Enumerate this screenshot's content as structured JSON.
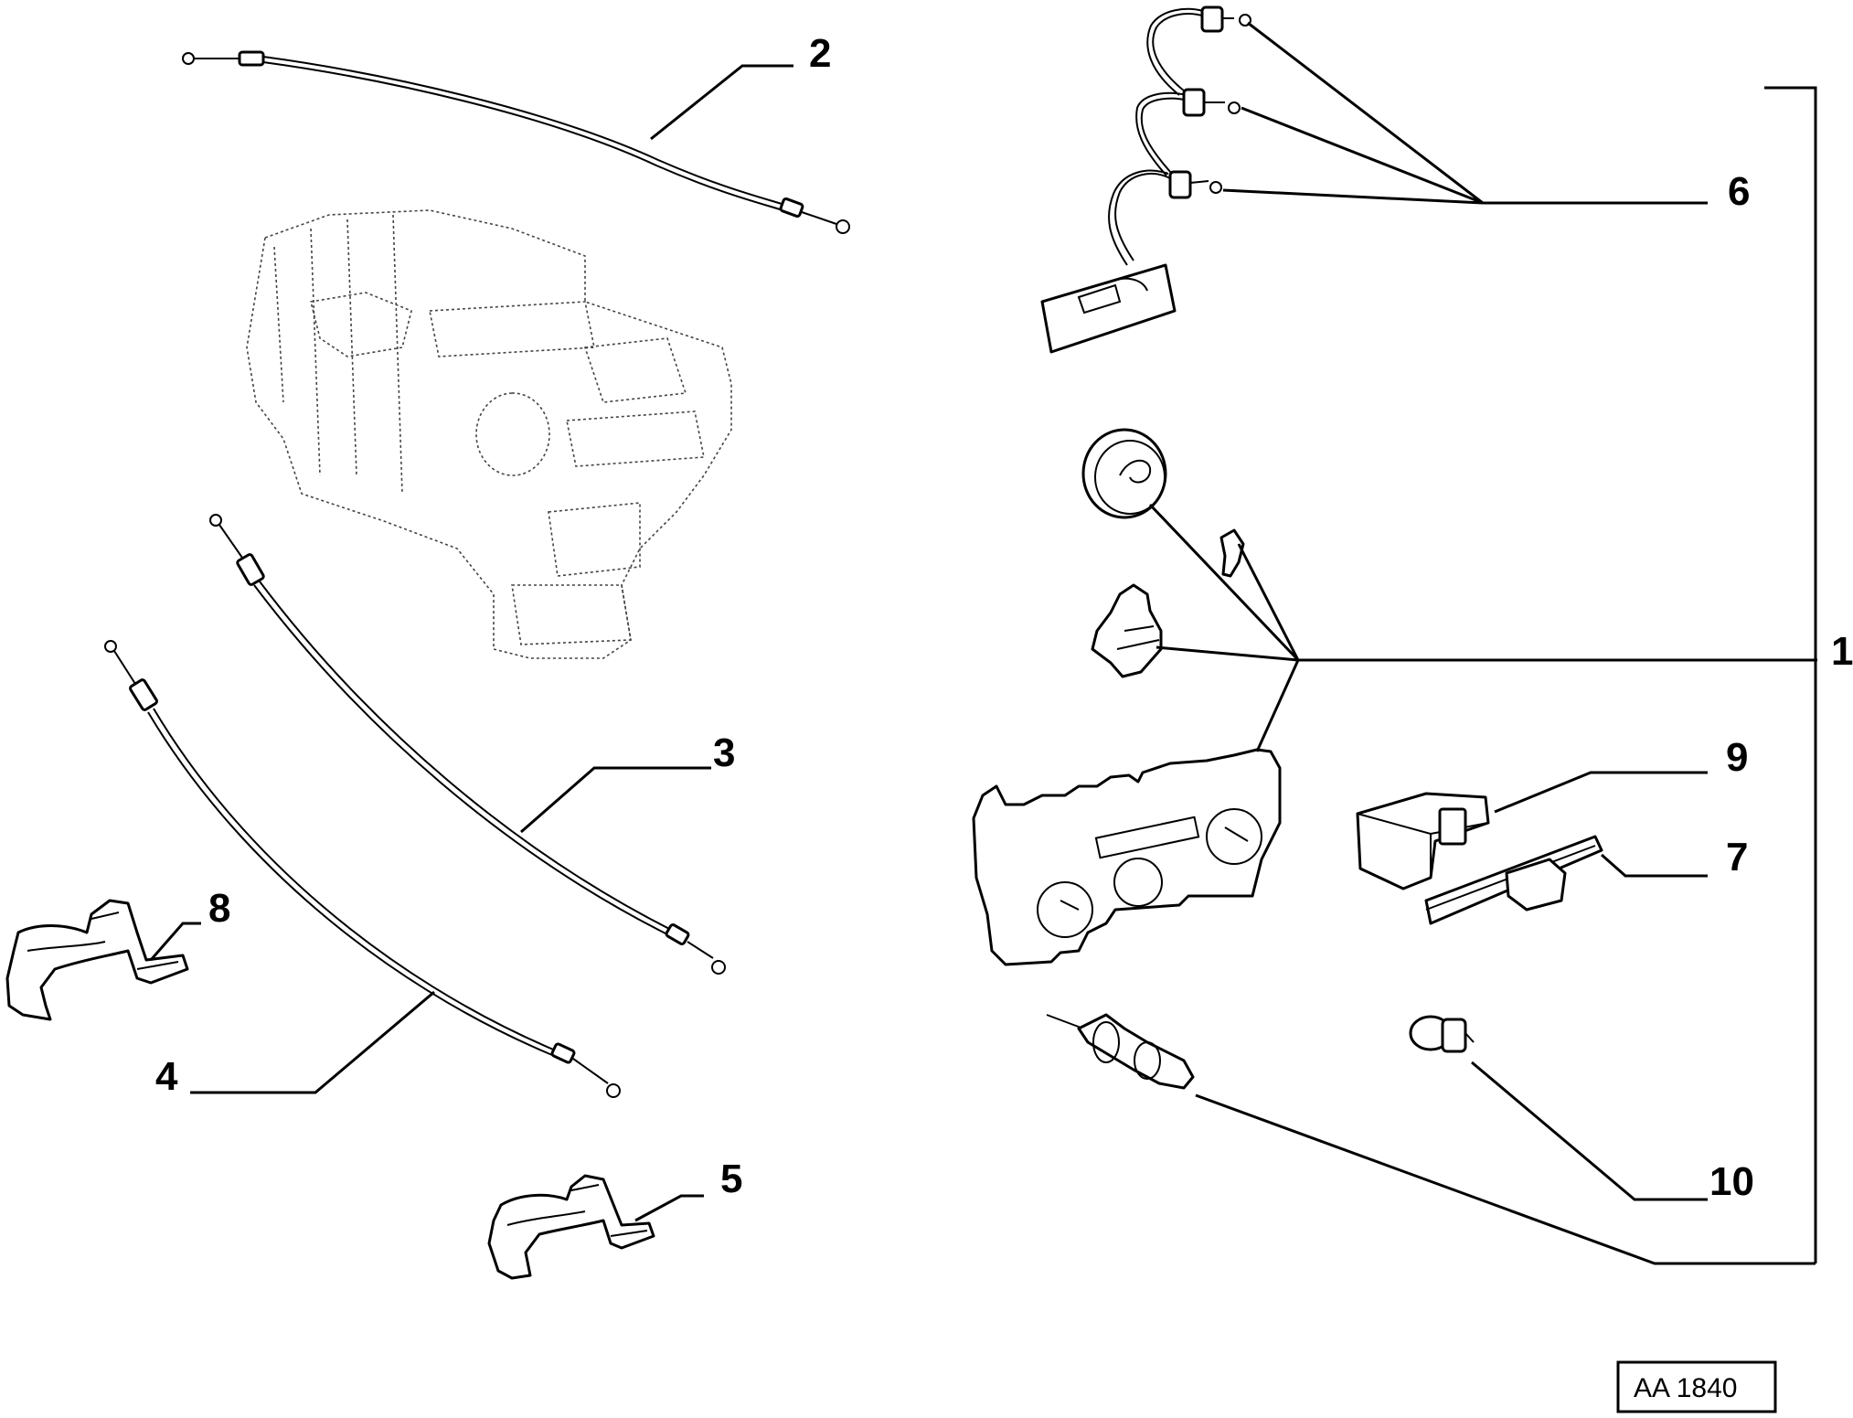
{
  "callouts": {
    "c1": "1",
    "c2": "2",
    "c3": "3",
    "c4": "4",
    "c5": "5",
    "c6": "6",
    "c7": "7",
    "c8": "8",
    "c9": "9",
    "c10": "10"
  },
  "reference": "AA 1840"
}
